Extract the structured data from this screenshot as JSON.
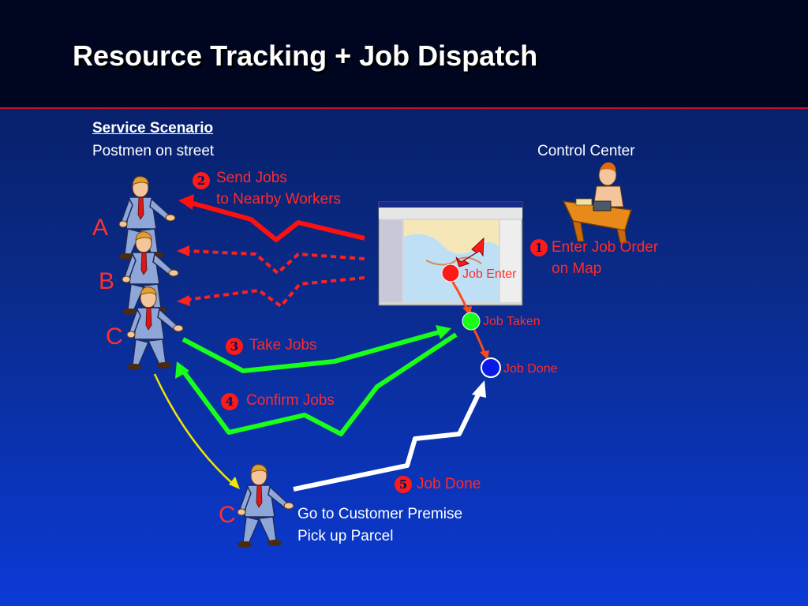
{
  "slide": {
    "title": "Resource Tracking + Job Dispatch"
  },
  "scenario": {
    "heading": "Service Scenario",
    "subheading": "Postmen on street"
  },
  "control_center": {
    "label": "Control Center"
  },
  "workers": {
    "a": "A",
    "b": "B",
    "c_top": "C",
    "c_bottom": "C"
  },
  "steps": {
    "s1": {
      "number": "1",
      "line1": "Enter Job Order",
      "line2": "on Map"
    },
    "s2": {
      "number": "2",
      "line1": "Send Jobs",
      "line2": "to Nearby Workers"
    },
    "s3": {
      "number": "3",
      "label": "Take Jobs"
    },
    "s4": {
      "number": "4",
      "label": "Confirm Jobs"
    },
    "s5": {
      "number": "5",
      "label": "Job Done"
    }
  },
  "job_states": {
    "enter": "Job Enter",
    "taken": "Job Taken",
    "done": "Job Done"
  },
  "customer": {
    "line1": "Go to Customer Premise",
    "line2": "Pick up Parcel"
  },
  "colors": {
    "background_top": "#061a5a",
    "background_bottom": "#0b3ad6",
    "header": "#00061f",
    "accent_red": "#ff1a1a",
    "accept_green": "#19ff19",
    "done_blue": "#0a1ae6",
    "path_yellow": "#f2e800",
    "path_white": "#ffffff"
  },
  "icons": {
    "worker": "postman-figure-icon",
    "operator": "operator-at-desk-icon",
    "map": "map-window-screenshot"
  }
}
